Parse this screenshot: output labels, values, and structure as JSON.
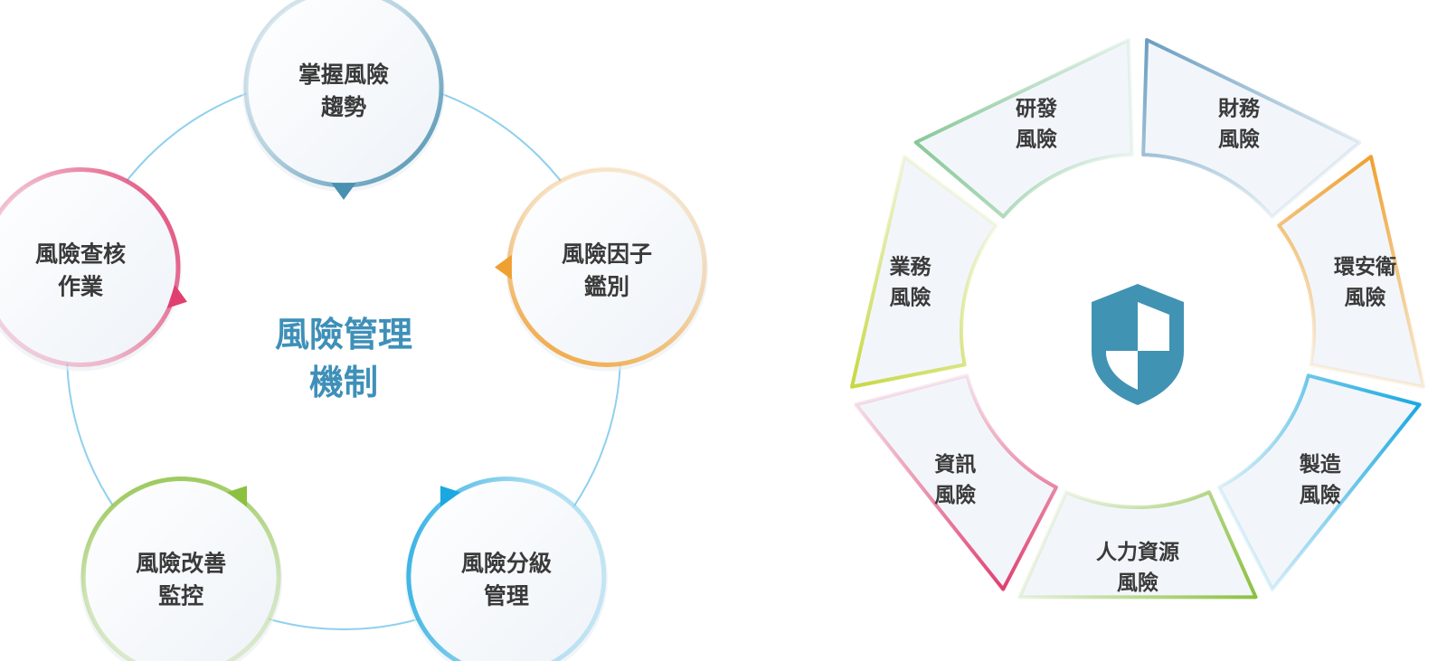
{
  "cycle": {
    "center": {
      "line1": "風險管理",
      "line2": "機制"
    },
    "nodes": [
      {
        "line1": "掌握風險",
        "line2": "趨勢",
        "color": "#4a90b0"
      },
      {
        "line1": "風險因子",
        "line2": "鑑別",
        "color": "#f0a030"
      },
      {
        "line1": "風險分級",
        "line2": "管理",
        "color": "#1aa8e0"
      },
      {
        "line1": "風險改善",
        "line2": "監控",
        "color": "#8cc040"
      },
      {
        "line1": "風險查核",
        "line2": "作業",
        "color": "#e04070"
      }
    ],
    "ring_color": "#8fd0ee"
  },
  "wheel": {
    "center_icon": "shield-icon",
    "icon_color": "#4193b3",
    "segments": [
      {
        "line1": "財務",
        "line2": "風險",
        "color": "#6a9ec0"
      },
      {
        "line1": "環安衛",
        "line2": "風險",
        "color": "#f0a030"
      },
      {
        "line1": "製造",
        "line2": "風險",
        "color": "#1aa8e0"
      },
      {
        "line1": "人力資源",
        "line2": "風險",
        "color": "#8cc040"
      },
      {
        "line1": "資訊",
        "line2": "風險",
        "color": "#e04070"
      },
      {
        "line1": "業務",
        "line2": "風險",
        "color": "#c8d840"
      },
      {
        "line1": "研發",
        "line2": "風險",
        "color": "#88c898"
      }
    ]
  }
}
